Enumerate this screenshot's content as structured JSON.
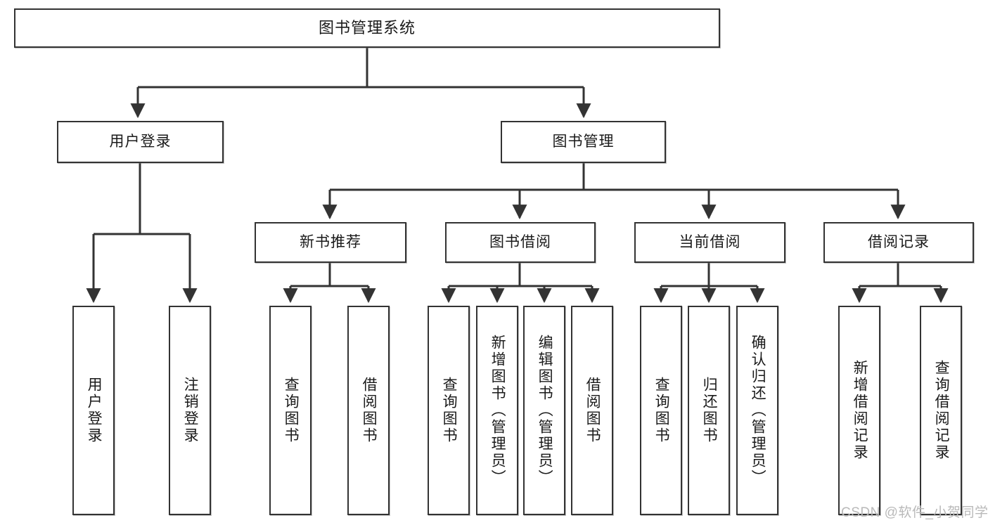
{
  "diagram": {
    "title": "图书管理系统",
    "type": "tree",
    "watermark": "CSDN @软件_小贺同学",
    "colors": {
      "box_border": "#333333",
      "box_fill": "#ffffff",
      "connector": "#333333",
      "text": "#1a1a1a",
      "watermark": "#b9b9b9",
      "background": "#ffffff"
    },
    "root": {
      "label": "图书管理系统"
    },
    "level2": [
      {
        "id": "user-login",
        "label": "用户登录"
      },
      {
        "id": "book-manage",
        "label": "图书管理"
      }
    ],
    "level3": [
      {
        "id": "new-book-recommend",
        "label": "新书推荐",
        "parent": "book-manage"
      },
      {
        "id": "book-borrow",
        "label": "图书借阅",
        "parent": "book-manage"
      },
      {
        "id": "current-borrow",
        "label": "当前借阅",
        "parent": "book-manage"
      },
      {
        "id": "borrow-record",
        "label": "借阅记录",
        "parent": "book-manage"
      }
    ],
    "leaves": {
      "user-login": [
        {
          "id": "leaf-user-login",
          "label": "用户登录"
        },
        {
          "id": "leaf-user-logout",
          "label": "注销登录"
        }
      ],
      "new-book-recommend": [
        {
          "id": "leaf-query-book-1",
          "label": "查询图书"
        },
        {
          "id": "leaf-borrow-book-1",
          "label": "借阅图书"
        }
      ],
      "book-borrow": [
        {
          "id": "leaf-query-book-2",
          "label": "查询图书"
        },
        {
          "id": "leaf-add-book",
          "label": "新增图书（管理员）"
        },
        {
          "id": "leaf-edit-book",
          "label": "编辑图书（管理员）"
        },
        {
          "id": "leaf-borrow-book-2",
          "label": "借阅图书"
        }
      ],
      "current-borrow": [
        {
          "id": "leaf-query-book-3",
          "label": "查询图书"
        },
        {
          "id": "leaf-return-book",
          "label": "归还图书"
        },
        {
          "id": "leaf-confirm-return",
          "label": "确认归还（管理员）"
        }
      ],
      "borrow-record": [
        {
          "id": "leaf-add-record",
          "label": "新增借阅记录"
        },
        {
          "id": "leaf-query-record",
          "label": "查询借阅记录"
        }
      ]
    }
  }
}
